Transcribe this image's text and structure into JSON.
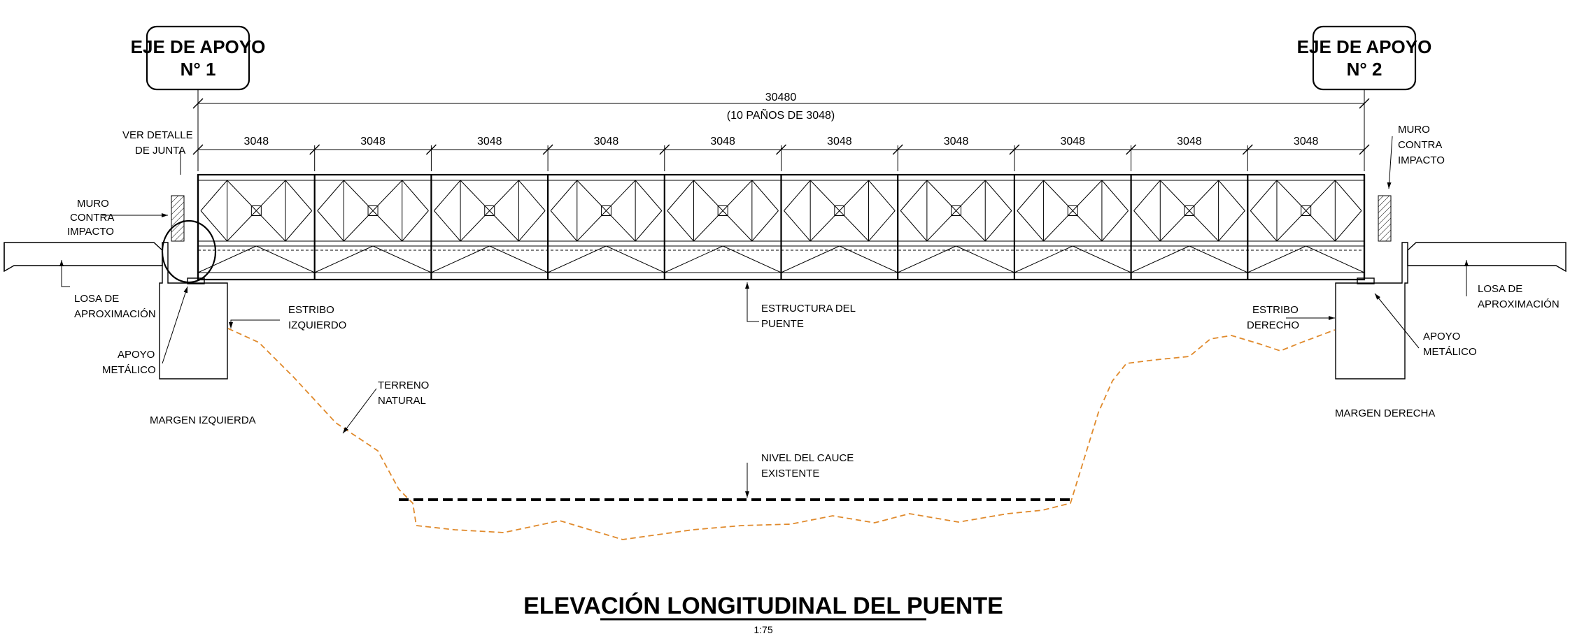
{
  "axes": {
    "axis1": {
      "line1": "EJE DE APOYO",
      "line2": "N° 1"
    },
    "axis2": {
      "line1": "EJE DE APOYO",
      "line2": "N° 2"
    }
  },
  "dimensions": {
    "total": "30480",
    "total_note": "(10 PAÑOS DE 3048)",
    "panel": "3048",
    "panels": [
      "3048",
      "3048",
      "3048",
      "3048",
      "3048",
      "3048",
      "3048",
      "3048",
      "3048",
      "3048"
    ]
  },
  "labels": {
    "ver_detalle": [
      "VER DETALLE",
      "DE JUNTA"
    ],
    "muro_left": [
      "MURO",
      "CONTRA",
      "IMPACTO"
    ],
    "muro_right": [
      "MURO",
      "CONTRA",
      "IMPACTO"
    ],
    "losa_left": [
      "LOSA DE",
      "APROXIMACIÓN"
    ],
    "losa_right": [
      "LOSA DE",
      "APROXIMACIÓN"
    ],
    "apoyo_left": [
      "APOYO",
      "METÁLICO"
    ],
    "apoyo_right": [
      "APOYO",
      "METÁLICO"
    ],
    "estribo_left": [
      "ESTRIBO",
      "IZQUIERDO"
    ],
    "estribo_right": [
      "ESTRIBO",
      "DERECHO"
    ],
    "estructura": [
      "ESTRUCTURA DEL",
      "PUENTE"
    ],
    "terreno": [
      "TERRENO",
      "NATURAL"
    ],
    "nivel": [
      "NIVEL DEL CAUCE",
      "EXISTENTE"
    ],
    "margen_left": "MARGEN IZQUIERDA",
    "margen_right": "MARGEN DERECHA"
  },
  "title": "ELEVACIÓN LONGITUDINAL DEL PUENTE",
  "scale": "1:75"
}
